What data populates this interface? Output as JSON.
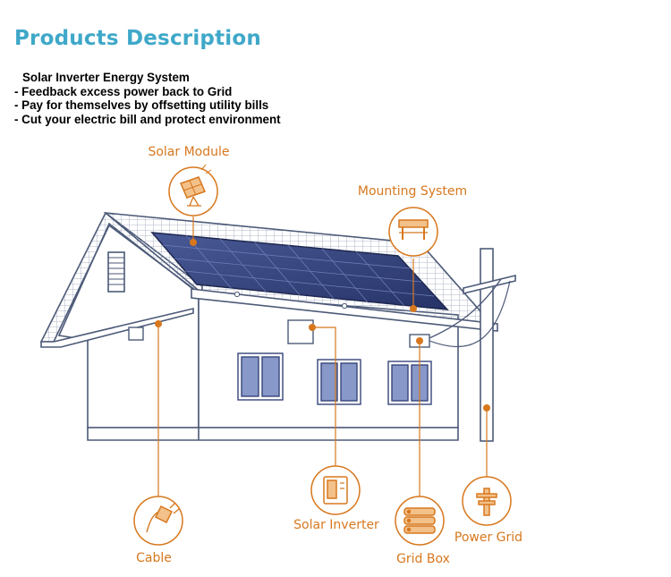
{
  "header": {
    "title": "Products Description",
    "subtitle": "Solar Inverter Energy System",
    "features": [
      "- Feedback excess power back to Grid",
      "- Pay for themselves by offsetting utility bills",
      "- Cut your electric bill and protect environment"
    ]
  },
  "diagram": {
    "labels": {
      "solar_module": "Solar Module",
      "mounting_system": "Mounting System",
      "cable": "Cable",
      "solar_inverter": "Solar Inverter",
      "grid_box": "Grid Box",
      "power_grid": "Power Grid"
    },
    "icons": {
      "solar_module": "solar-panel-icon",
      "mounting_system": "mounting-rail-icon",
      "cable": "plug-icon",
      "solar_inverter": "inverter-icon",
      "grid_box": "grid-box-icon",
      "power_grid": "power-pole-icon"
    },
    "colors": {
      "accent": "#d7781e",
      "title": "#3fa8c9",
      "house_line": "#4d5a78",
      "panel": "#2f3e78"
    }
  }
}
